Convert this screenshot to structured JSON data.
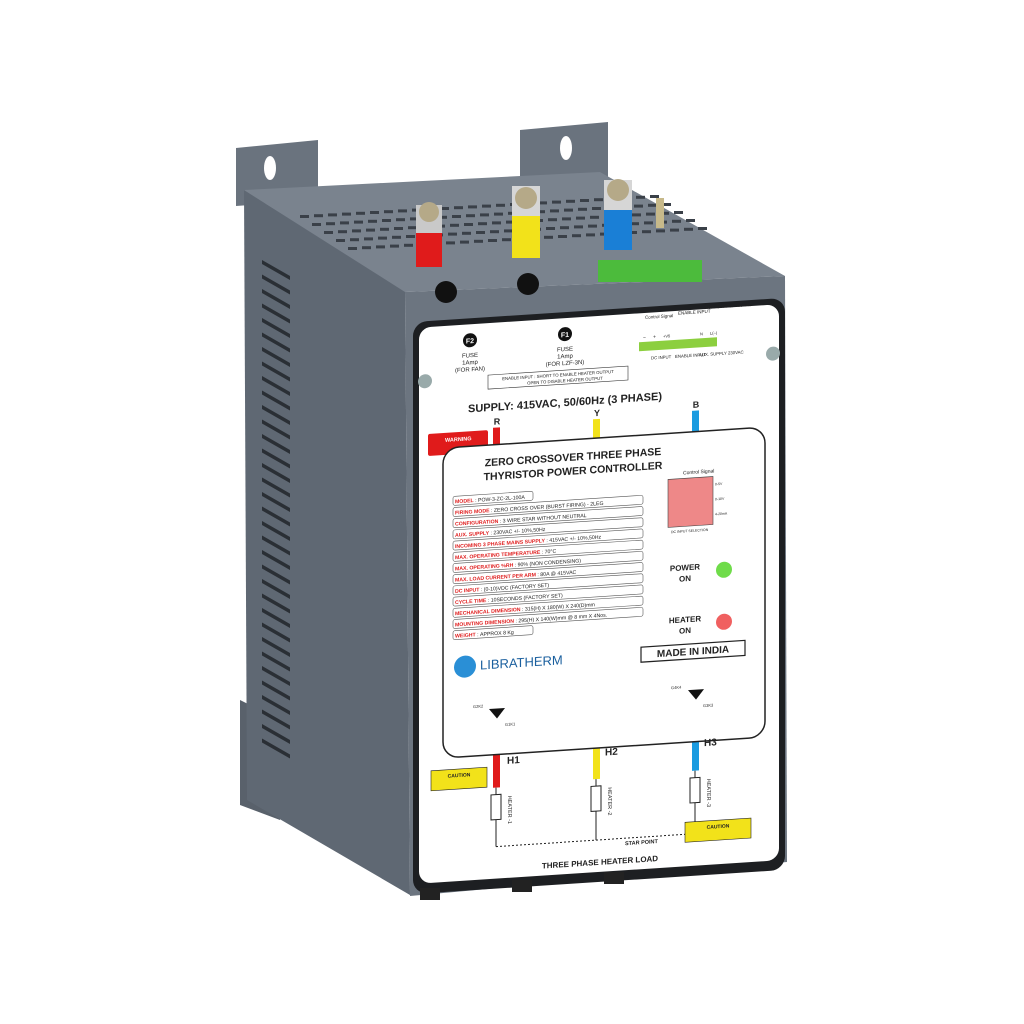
{
  "product": {
    "brand": "LIBRATHERM",
    "title_line1": "ZERO CROSSOVER THREE PHASE",
    "title_line2": "THYRISTOR POWER CONTROLLER",
    "supply": "SUPPLY: 415VAC, 50/60Hz (3 PHASE)",
    "made_in": "MADE IN INDIA",
    "load_label": "THREE PHASE HEATER LOAD",
    "star_point": "STAR POINT"
  },
  "fuses": [
    {
      "badge": "F2",
      "line1": "FUSE",
      "line2": "1Amp",
      "line3": "(FOR FAN)"
    },
    {
      "badge": "F1",
      "line1": "FUSE",
      "line2": "1Amp",
      "line3": "(FOR LZF-3N)"
    }
  ],
  "enable_note": {
    "line1": "ENABLE INPUT : SHORT TO ENABLE HEATER OUTPUT",
    "line2": "OPEN TO DISABLE HEATER OUTPUT"
  },
  "terminal_labels": {
    "control_signal": "Control Signal",
    "enable_input_top": "ENABLE INPUT",
    "aux_supply_top": "AUX. SUPPLY 230VAC",
    "minus": "−",
    "plus": "+",
    "v5": "+V5",
    "n": "N",
    "l": "L(~)",
    "dc_input": "DC INPUT",
    "enable_input": "ENABLE INPUT",
    "aux_supply": "AUX. SUPPLY 230VAC"
  },
  "phases": [
    "R",
    "Y",
    "B"
  ],
  "warning": "WARNING",
  "caution": "CAUTION",
  "specs": [
    {
      "key": "MODEL",
      "value": "POW-3-ZC-2L-100A"
    },
    {
      "key": "FIRING MODE",
      "value": "ZERO CROSS OVER (BURST FIRING) - 2LEG"
    },
    {
      "key": "CONFIGURATION",
      "value": "3 WIRE STAR  WITHOUT  NEUTRAL"
    },
    {
      "key": "AUX. SUPPLY",
      "value": "230VAC +/- 10%,50Hz"
    },
    {
      "key": "INCOMING 3 PHASE MAINS SUPPLY",
      "value": "415VAC +/- 10%,50Hz"
    },
    {
      "key": "MAX. OPERATING TEMPERATURE",
      "value": "70°C"
    },
    {
      "key": "MAX. OPERATING %RH",
      "value": "90% (NON CONDENSING)"
    },
    {
      "key": "MAX. LOAD CURRENT PER ARM",
      "value": "80A @ 415VAC"
    },
    {
      "key": "DC INPUT",
      "value": "(0-10)VDC (FACTORY SET)"
    },
    {
      "key": "CYCLE TIME",
      "value": "10SECONDS (FACTORY SET)"
    },
    {
      "key": "MECHANICAL DIMENSION",
      "value": "315(H) X 180(W) X 240(D)mm"
    },
    {
      "key": "MOUNTING DIMENSION",
      "value": "295(H) X 140(W)mm @ 8 mm X 4Nos."
    },
    {
      "key": "WEIGHT",
      "value": "APPROX 8 Kg"
    }
  ],
  "dip": {
    "title": "Control Signal",
    "footer": "DC INPUT SELECTION",
    "options": [
      "0-5V",
      "0-10V",
      "4-20mA"
    ]
  },
  "indicators": [
    {
      "line1": "POWER",
      "line2": "ON",
      "color": "#6fdc4a"
    },
    {
      "line1": "HEATER",
      "line2": "ON",
      "color": "#f06060"
    }
  ],
  "thyristors": [
    {
      "gate": "G2K2",
      "k": "G1K1"
    },
    {
      "gate": "G4K4",
      "k": "G3K3"
    }
  ],
  "outputs": [
    "H1",
    "H2",
    "H3"
  ],
  "heaters": [
    "HEATER -1",
    "HEATER -2",
    "HEATER -3"
  ],
  "colors": {
    "body": "#6f7884",
    "phase_r": "#e01b1b",
    "phase_y": "#f2e21a",
    "phase_b": "#1a9be0",
    "terminal": "#4cbb3c"
  }
}
